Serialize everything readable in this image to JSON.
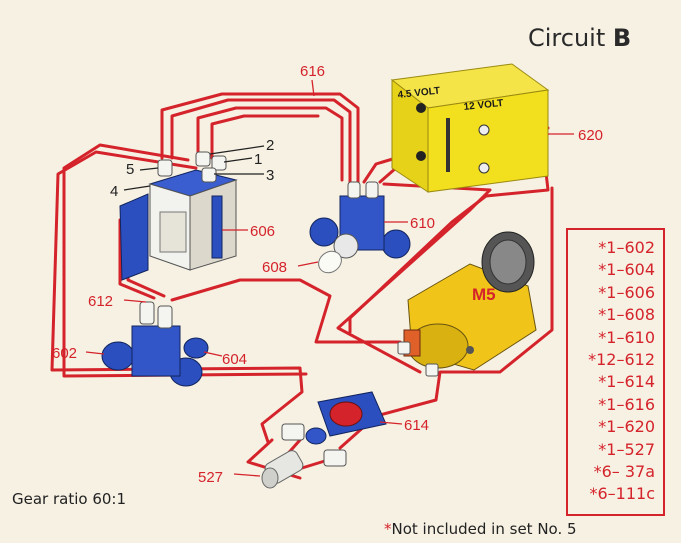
{
  "title": {
    "prefix": "Circuit",
    "letter": "B"
  },
  "battery": {
    "label_left": "4.5 VOLT",
    "label_right": "12 VOLT"
  },
  "motor_label": "M5",
  "callouts": {
    "616": "616",
    "620": "620",
    "2": "2",
    "1": "1",
    "3": "3",
    "5": "5",
    "4": "4",
    "606": "606",
    "610": "610",
    "608": "608",
    "612": "612",
    "602": "602",
    "604": "604",
    "614": "614",
    "527": "527"
  },
  "parts_list": [
    "*1–602",
    "*1–604",
    "*1–606",
    "*1–608",
    "*1–610",
    "*12–612",
    "*1–614",
    "*1–616",
    "*1–620",
    "*1–527",
    "*6– 37a",
    "*6–111c"
  ],
  "gear_ratio": "Gear ratio 60:1",
  "footnote": {
    "marker": "*",
    "text": "Not included in set No. 5"
  },
  "colors": {
    "wire": "#d5232b",
    "part_blue": "#2747b4",
    "battery_yellow": "#f2df1e",
    "motor_yellow": "#f0c419",
    "background": "#f6f1e3"
  }
}
